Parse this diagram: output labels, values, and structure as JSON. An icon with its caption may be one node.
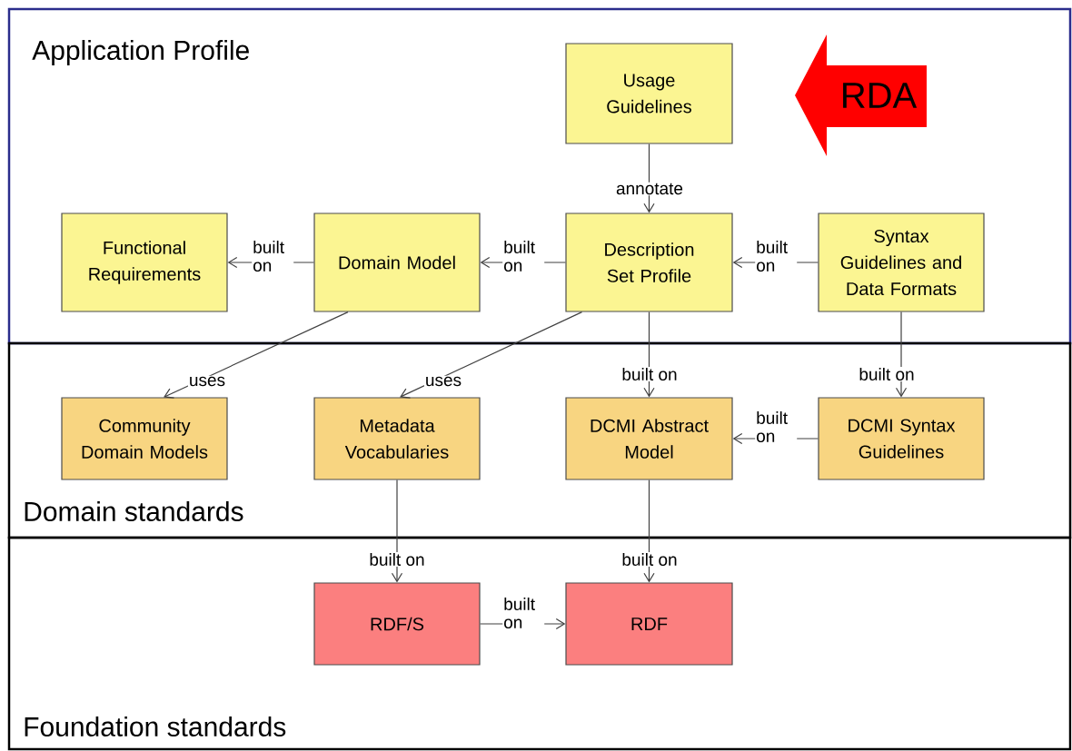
{
  "diagram": {
    "nodes": [
      {
        "text": [
          "Application Profile"
        ]
      },
      {
        "text": [
          "Usage Guidelines"
        ],
        "in": 0
      },
      {
        "text": [
          "RDA"
        ],
        "in": 0
      },
      {
        "text": [
          "Functional Requirements"
        ],
        "in": 0
      },
      {
        "text": [
          "Domain Model"
        ],
        "in": 0
      },
      {
        "text": [
          "Description Set Profile"
        ],
        "in": 0
      },
      {
        "text": [
          "Syntax Guidelines and Data Formats"
        ],
        "in": 0
      },
      {
        "text": [
          "Domain standards"
        ]
      },
      {
        "text": [
          "Community Domain Models"
        ],
        "in": 7
      },
      {
        "text": [
          "Metadata Vocabularies"
        ],
        "in": 7
      },
      {
        "text": [
          "DCMI Abstract Model"
        ],
        "in": 7
      },
      {
        "text": [
          "DCMI Syntax Guidelines"
        ],
        "in": 7
      },
      {
        "text": [
          "Foundation standards"
        ]
      },
      {
        "text": [
          "RDF/S"
        ],
        "in": 12
      },
      {
        "text": [
          "RDF"
        ],
        "in": 12
      }
    ],
    "edges": [
      {
        "from": 1,
        "to": 5,
        "arrow": "to",
        "label": "annotate"
      },
      {
        "from": 4,
        "to": 3,
        "arrow": "to",
        "label": "built on"
      },
      {
        "from": 5,
        "to": 4,
        "arrow": "to",
        "label": "built on"
      },
      {
        "from": 6,
        "to": 5,
        "arrow": "to",
        "label": "built on"
      },
      {
        "from": 4,
        "to": 8,
        "arrow": "to",
        "label": "uses"
      },
      {
        "from": 5,
        "to": 9,
        "arrow": "to",
        "label": "uses"
      },
      {
        "from": 5,
        "to": 10,
        "arrow": "to",
        "label": "built on"
      },
      {
        "from": 6,
        "to": 11,
        "arrow": "to",
        "label": "built on"
      },
      {
        "from": 11,
        "to": 10,
        "arrow": "to",
        "label": "built on"
      },
      {
        "from": 9,
        "to": 13,
        "arrow": "to",
        "label": "built on"
      },
      {
        "from": 10,
        "to": 14,
        "arrow": "to",
        "label": "built on"
      },
      {
        "from": 13,
        "to": 14,
        "arrow": "to",
        "label": "built on"
      }
    ]
  }
}
